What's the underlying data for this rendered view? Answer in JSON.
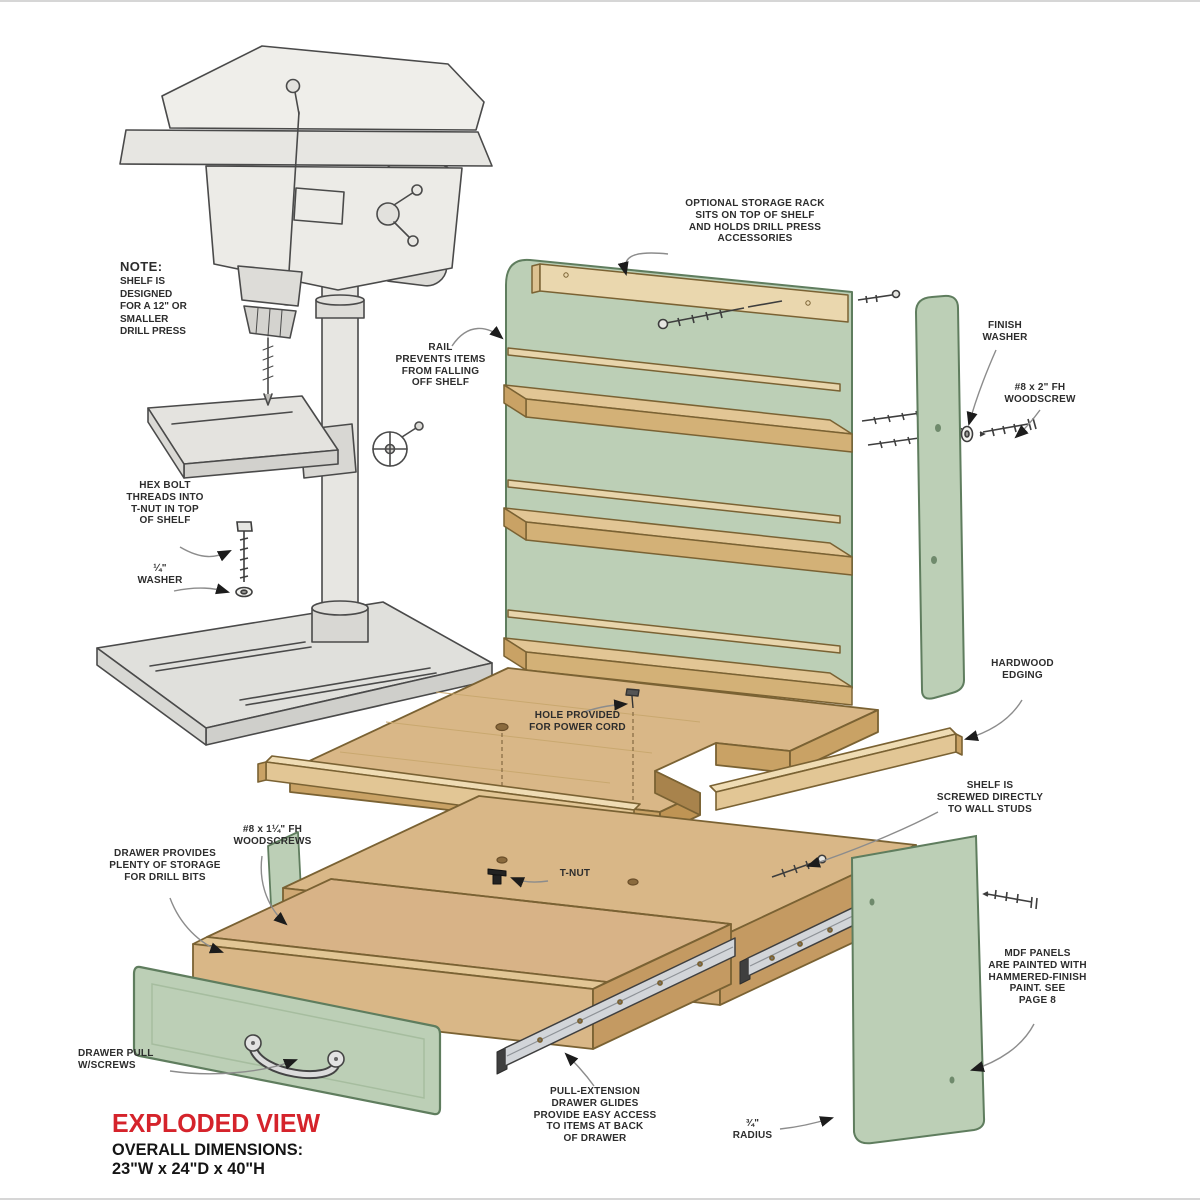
{
  "title": {
    "exploded_view": "EXPLODED VIEW",
    "dimensions_heading": "OVERALL DIMENSIONS:",
    "dimensions_value": "23\"W x 24\"D x 40\"H"
  },
  "note": {
    "heading": "NOTE:",
    "body": "SHELF IS\nDESIGNED\nFOR A 12\" OR\nSMALLER\nDRILL PRESS"
  },
  "callouts": {
    "optional_rack": {
      "text": "OPTIONAL STORAGE RACK\nSITS ON TOP OF SHELF\nAND HOLDS DRILL PRESS\nACCESSORIES"
    },
    "finish_washer": {
      "text": "FINISH\nWASHER"
    },
    "woodscrew_2in": {
      "text": "#8 x 2\" FH\nWOODSCREW"
    },
    "rail": {
      "text": "RAIL\nPREVENTS ITEMS\nFROM FALLING\nOFF SHELF"
    },
    "hex_bolt": {
      "text": "HEX BOLT\nTHREADS INTO\nT-NUT IN TOP\nOF SHELF"
    },
    "washer": {
      "text": "¼\"\nWASHER"
    },
    "hardwood_edging": {
      "text": "HARDWOOD\nEDGING"
    },
    "power_cord": {
      "text": "HOLE PROVIDED\nFOR POWER CORD"
    },
    "wall_studs": {
      "text": "SHELF IS\nSCREWED DIRECTLY\nTO WALL STUDS"
    },
    "woodscrews_125": {
      "text": "#8 x 1¼\" FH\nWOODSCREWS"
    },
    "drawer_storage": {
      "text": "DRAWER PROVIDES\nPLENTY OF STORAGE\nFOR DRILL BITS"
    },
    "t_nut": {
      "text": "T-NUT"
    },
    "mdf_panels": {
      "text": "MDF PANELS\nARE PAINTED WITH\nHAMMERED-FINISH\nPAINT. SEE\nPAGE 8"
    },
    "drawer_pull": {
      "text": "DRAWER PULL\nW/SCREWS"
    },
    "drawer_glides": {
      "text": "PULL-EXTENSION\nDRAWER GLIDES\nPROVIDE EASY ACCESS\nTO ITEMS AT BACK\nOF DRAWER"
    },
    "radius": {
      "text": "¾\"\nRADIUS"
    }
  },
  "palette": {
    "panel_green": "#bccfb6",
    "panel_green_edge": "#5f7d5e",
    "wood": "#d9b787",
    "wood_dark": "#c49a62",
    "wood_light": "#ead7ae",
    "machine_grey": "#ecebe7",
    "metal": "#d2d5d9",
    "line_ink": "#4a4a4a",
    "accent_red": "#d5232b"
  }
}
